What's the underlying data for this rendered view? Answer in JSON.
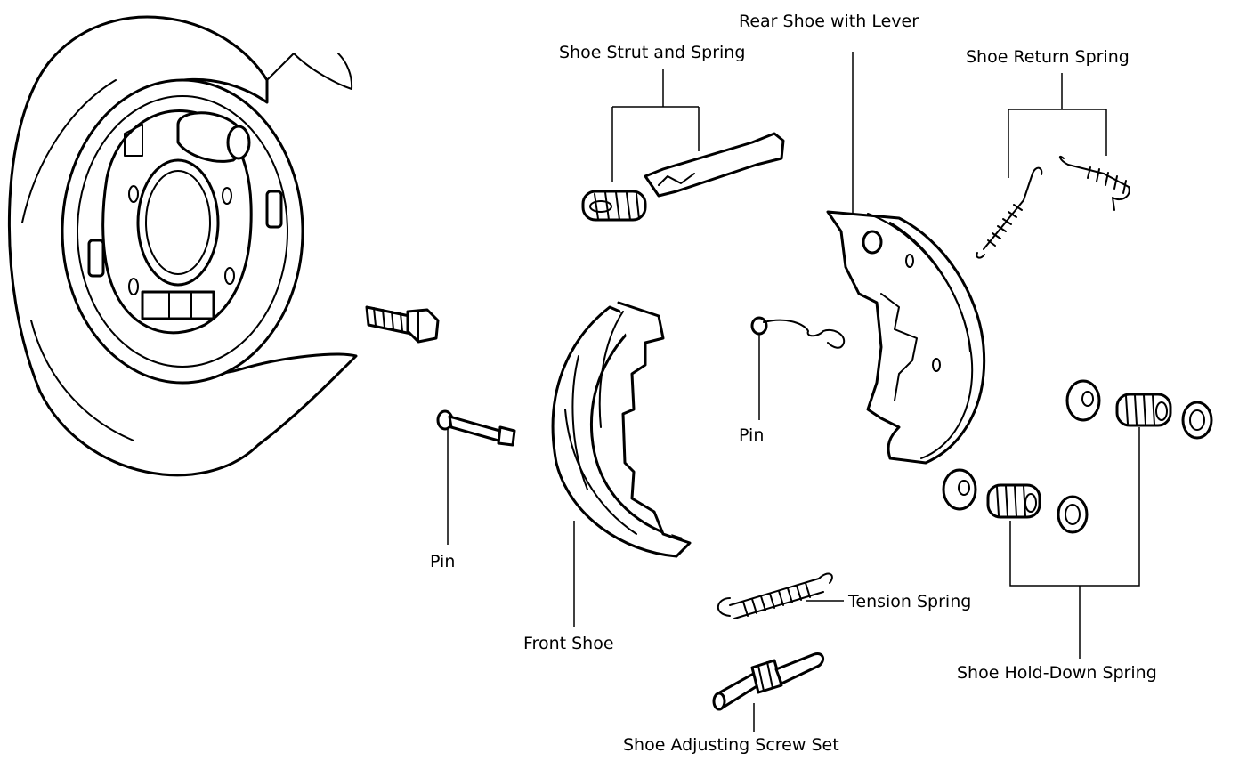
{
  "labels": {
    "rear_shoe": "Rear Shoe with Lever",
    "strut": "Shoe Strut and Spring",
    "return_spring": "Shoe Return Spring",
    "pin_center": "Pin",
    "pin_left": "Pin",
    "front_shoe": "Front Shoe",
    "tension_spring": "Tension Spring",
    "hold_down": "Shoe Hold-Down Spring",
    "adjusting_screw": "Shoe Adjusting Screw Set"
  }
}
